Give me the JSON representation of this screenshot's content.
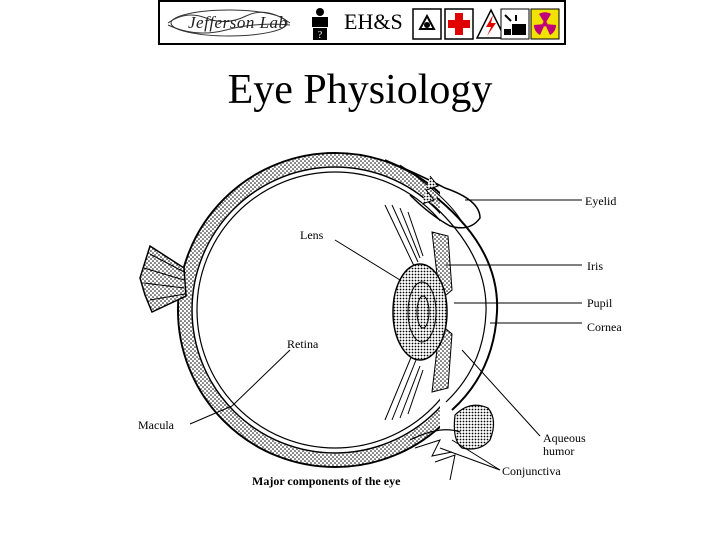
{
  "banner": {
    "logo_text": "Jefferson Lab",
    "ehs_label": "EH&S"
  },
  "title": "Eye Physiology",
  "labels": {
    "eyelid": "Eyelid",
    "lens": "Lens",
    "iris": "Iris",
    "pupil": "Pupil",
    "cornea": "Cornea",
    "retina": "Retina",
    "macula": "Macula",
    "aqueous_1": "Aqueous",
    "aqueous_2": "humor",
    "conjunctiva": "Conjunctiva"
  },
  "caption": "Major components of the eye",
  "icons": [
    "jefferson-lab-logo",
    "person-info-icon",
    "recycle-icon",
    "red-cross-icon",
    "electrical-hazard-icon",
    "chemical-icon",
    "radiation-icon"
  ],
  "colors": {
    "red_cross": "#e00000",
    "radiation_yellow": "#f2e200",
    "radiation_magenta": "#c0007a"
  }
}
